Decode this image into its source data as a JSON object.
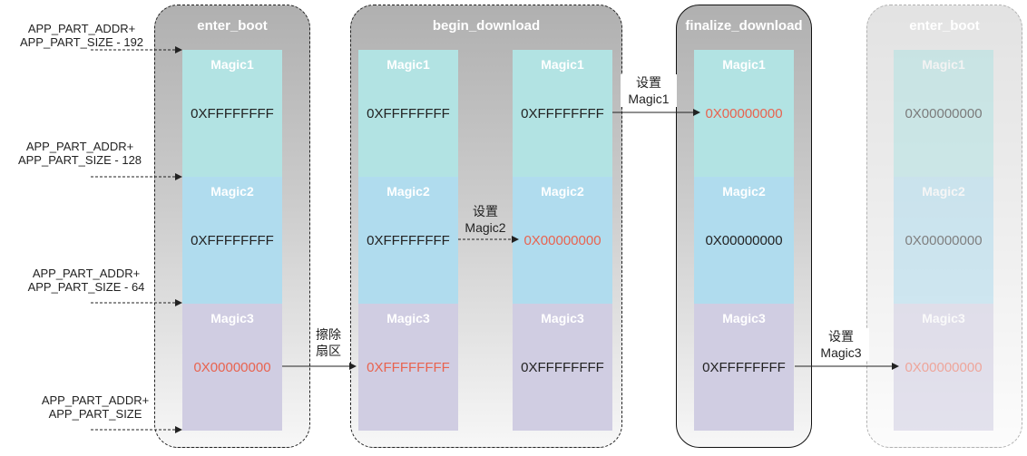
{
  "stages": [
    {
      "title": "enter_boot",
      "cells": [
        {
          "label": "Magic1",
          "value": "0XFFFFFFFF",
          "highlight": false
        },
        {
          "label": "Magic2",
          "value": "0XFFFFFFFF",
          "highlight": false
        },
        {
          "label": "Magic3",
          "value": "0X00000000",
          "highlight": true
        }
      ]
    },
    {
      "title": "begin_download",
      "columns": [
        [
          {
            "label": "Magic1",
            "value": "0XFFFFFFFF",
            "highlight": false
          },
          {
            "label": "Magic2",
            "value": "0XFFFFFFFF",
            "highlight": false
          },
          {
            "label": "Magic3",
            "value": "0XFFFFFFFF",
            "highlight": true
          }
        ],
        [
          {
            "label": "Magic1",
            "value": "0XFFFFFFFF",
            "highlight": false
          },
          {
            "label": "Magic2",
            "value": "0X00000000",
            "highlight": true
          },
          {
            "label": "Magic3",
            "value": "0XFFFFFFFF",
            "highlight": false
          }
        ]
      ]
    },
    {
      "title": "finalize_download",
      "cells": [
        {
          "label": "Magic1",
          "value": "0X00000000",
          "highlight": true
        },
        {
          "label": "Magic2",
          "value": "0X00000000",
          "highlight": false
        },
        {
          "label": "Magic3",
          "value": "0XFFFFFFFF",
          "highlight": false
        }
      ]
    },
    {
      "title": "enter_boot",
      "cells": [
        {
          "label": "Magic1",
          "value": "0X00000000",
          "highlight": false
        },
        {
          "label": "Magic2",
          "value": "0X00000000",
          "highlight": false
        },
        {
          "label": "Magic3",
          "value": "0X00000000",
          "highlight": true
        }
      ]
    }
  ],
  "addresses": [
    {
      "line1": "APP_PART_ADDR+",
      "line2": "APP_PART_SIZE - 192"
    },
    {
      "line1": "APP_PART_ADDR+",
      "line2": "APP_PART_SIZE - 128"
    },
    {
      "line1": "APP_PART_ADDR+",
      "line2": "APP_PART_SIZE - 64"
    },
    {
      "line1": "APP_PART_ADDR+",
      "line2": "APP_PART_SIZE"
    }
  ],
  "annotations": {
    "erase": {
      "line1": "擦除",
      "line2": "扇区"
    },
    "set_magic2": {
      "line1": "设置",
      "line2": "Magic2"
    },
    "set_magic1": {
      "line1": "设置",
      "line2": "Magic1"
    },
    "set_magic3": {
      "line1": "设置",
      "line2": "Magic3"
    }
  },
  "colors": {
    "magic1": "#b2e3e3",
    "magic2": "#b0dcee",
    "magic3": "#d0cde2",
    "highlight_text": "#e8634f"
  }
}
